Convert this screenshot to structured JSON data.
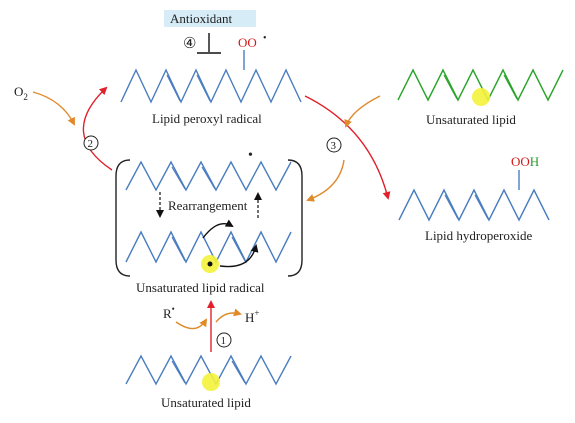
{
  "colors": {
    "chain": "#4a7dc0",
    "chain_green": "#2aa52a",
    "red_arrow": "#e0212b",
    "orange_arrow": "#e08a2a",
    "highlight": "#f4f23a",
    "oxygen_red": "#d11a1a",
    "hydrogen_green": "#2a9a2a",
    "antioxidant_bg": "#d6ecf6"
  },
  "labels": {
    "antioxidant": "Antioxidant",
    "step4": "④",
    "oo_radical": "OO",
    "radical_dot": "•",
    "o2_o": "O",
    "o2_sub": "2",
    "lipid_peroxyl_radical": "Lipid peroxyl radical",
    "unsaturated_lipid_top": "Unsaturated lipid",
    "step2": "②",
    "step3": "③",
    "rearrangement": "Rearrangement",
    "ooh_o": "OO",
    "ooh_h": "H",
    "lipid_hydroperoxide": "Lipid hydroperoxide",
    "unsaturated_lipid_radical": "Unsaturated lipid radical",
    "r_radical": "R",
    "h_plus_h": "H",
    "h_plus_sup": "+",
    "step1": "①",
    "unsaturated_lipid_bottom": "Unsaturated lipid"
  }
}
